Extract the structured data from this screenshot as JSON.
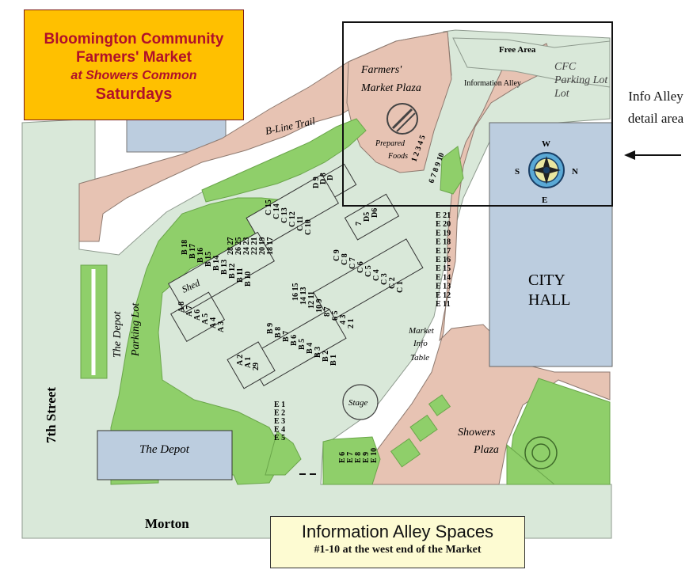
{
  "title": {
    "line1": "Bloomington Community",
    "line2": "Farmers' Market",
    "line3": "at Showers Common",
    "line4": "Saturdays"
  },
  "info_box": {
    "heading": "Information Alley Spaces",
    "subheading": "#1-10 at the west end of the Market"
  },
  "side_note": {
    "line1": "Info Alley",
    "line2": "detail area"
  },
  "labels": {
    "free_area": "Free Area",
    "farmers_market_plaza_1": "Farmers'",
    "farmers_market_plaza_2": "Market Plaza",
    "information_alley": "Information Alley",
    "cfc_1": "CFC",
    "cfc_2": "Parking Lot",
    "cfc_3": "Lot",
    "bline_trail": "B-Line Trail",
    "prepared_foods_1": "Prepared",
    "prepared_foods_2": "Foods",
    "city_hall_1": "CITY",
    "city_hall_2": "HALL",
    "shed": "Shed",
    "depot_parking_1": "The Depot",
    "depot_parking_2": "Parking Lot",
    "the_depot": "The Depot",
    "seventh_street": "7th Street",
    "morton": "Morton",
    "market_info_1": "Market",
    "market_info_2": "Info",
    "market_info_3": "Table",
    "stage": "Stage",
    "showers_plaza_1": "Showers",
    "showers_plaza_2": "Plaza"
  },
  "compass": {
    "north": "N",
    "south": "S",
    "east": "E",
    "west": "W"
  },
  "colors": {
    "green": "#8fcf6a",
    "paved": "#d9e8d9",
    "plaza": "#e7c3b3",
    "building": "#bccddf",
    "title_bg": "#ffc000",
    "title_text": "#b0102a",
    "legend_bg": "#fdfbd2"
  },
  "stalls": {
    "info_alley_1_5": "1 2 3 4 5",
    "info_alley_6_10": "6 7 8 9 10",
    "d_block_top": [
      "D 9",
      "D 8",
      "D"
    ],
    "d_block_bottom": [
      "7",
      "D5",
      "D6"
    ],
    "c_upper": [
      "C 15",
      "C 14",
      "C 13",
      "C 12",
      "C 11",
      "C 10"
    ],
    "c_lower": [
      "C 9",
      "C 8",
      "C 7",
      "C 6",
      "C 5",
      "C 4",
      "C 3",
      "C 2",
      "C 1"
    ],
    "b_upper": [
      "B 18",
      "B 17",
      "B 16",
      "B 15",
      "B 14",
      "B 13",
      "B 12",
      "B 11",
      "B 10"
    ],
    "b_lower": [
      "B 9",
      "B 8",
      "B 7",
      "B 6",
      "B 5",
      "B 4",
      "B 3",
      "B 2",
      "B 1"
    ],
    "center_upper": [
      "28 27",
      "26 25",
      "24 23",
      "22 21",
      "20 19",
      "18 17"
    ],
    "center_lower": [
      "16 15",
      "14 13",
      "12 11",
      "10 9",
      "8 7",
      "6 5",
      "4 3",
      "2 1"
    ],
    "a_shed": [
      "A 8",
      "A 7",
      "A 6",
      "A 5",
      "A 4",
      "A 3"
    ],
    "a_small": [
      "A 2",
      "A 1",
      "29"
    ],
    "e_right": [
      "E 21",
      "E 20",
      "E 19",
      "E 18",
      "E 17",
      "E 16",
      "E 15",
      "E 14",
      "E 13",
      "E 12",
      "E 11"
    ],
    "e_left": [
      "E 1",
      "E 2",
      "E 3",
      "E 4",
      "E 5"
    ],
    "e_bottom": [
      "E 6",
      "E 7",
      "E 8",
      "E 9",
      "E 10"
    ]
  }
}
